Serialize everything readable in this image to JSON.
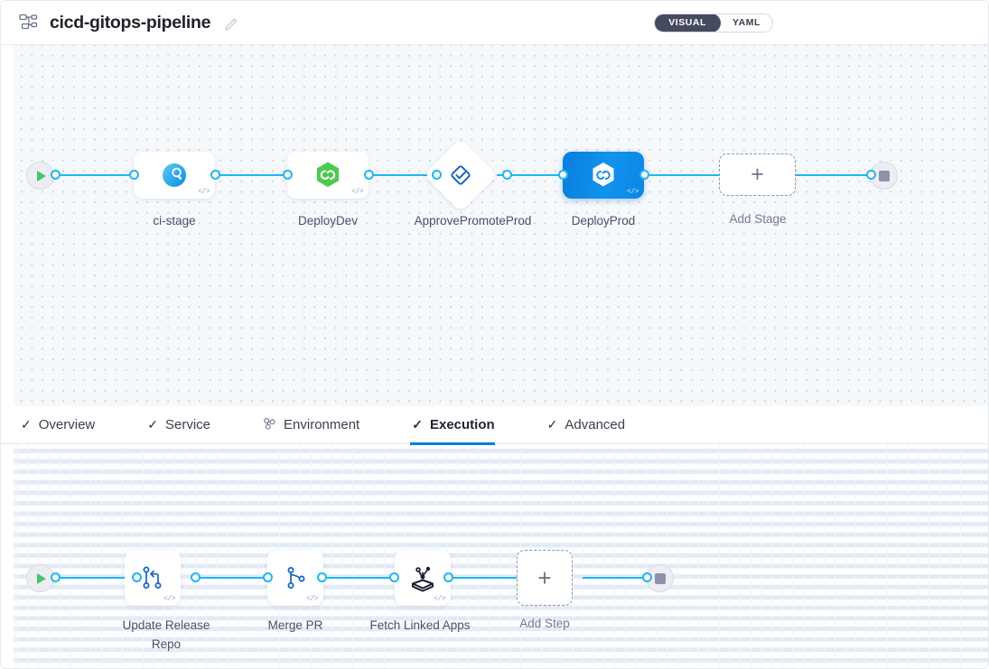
{
  "header": {
    "pipeline_icon": "pipeline-nodes-icon",
    "title": "cicd-gitops-pipeline",
    "edit_icon": "pencil-icon",
    "view_toggle": {
      "visual_label": "VISUAL",
      "yaml_label": "YAML",
      "selected": "VISUAL"
    }
  },
  "stage_canvas": {
    "start_node": {
      "name": "pipeline-start",
      "icon": "play-icon"
    },
    "end_node": {
      "name": "pipeline-end",
      "icon": "stop-icon"
    },
    "stages": [
      {
        "label": "ci-stage",
        "icon": "ci-build-icon",
        "type": "rect",
        "selected": false,
        "code_badge": "</>"
      },
      {
        "label": "DeployDev",
        "icon": "argocd-hexagon-green-icon",
        "type": "rect",
        "selected": false,
        "code_badge": "</>"
      },
      {
        "label": "ApprovePromoteProd",
        "icon": "approval-diamond-icon",
        "type": "diamond",
        "selected": false,
        "code_badge": ""
      },
      {
        "label": "DeployProd",
        "icon": "argocd-hexagon-white-icon",
        "type": "rect",
        "selected": true,
        "code_badge": "</>"
      }
    ],
    "add_stage": {
      "label": "Add Stage",
      "icon": "plus-icon"
    }
  },
  "tabs": [
    {
      "label": "Overview",
      "icon": "check-icon",
      "active": false
    },
    {
      "label": "Service",
      "icon": "check-icon",
      "active": false
    },
    {
      "label": "Environment",
      "icon": "cluster-nodes-icon",
      "active": false
    },
    {
      "label": "Execution",
      "icon": "check-icon",
      "active": true
    },
    {
      "label": "Advanced",
      "icon": "check-icon",
      "active": false
    }
  ],
  "step_canvas": {
    "start_node": {
      "name": "execution-start",
      "icon": "play-icon"
    },
    "end_node": {
      "name": "execution-end",
      "icon": "stop-icon"
    },
    "steps": [
      {
        "label": "Update Release Repo",
        "icon": "git-update-branch-icon",
        "code_badge": "</>"
      },
      {
        "label": "Merge PR",
        "icon": "git-merge-pr-icon",
        "code_badge": "</>"
      },
      {
        "label": "Fetch Linked Apps",
        "icon": "harness-fetch-apps-icon",
        "code_badge": "</>"
      }
    ],
    "add_step": {
      "label": "Add Step",
      "icon": "plus-icon"
    }
  },
  "colors": {
    "accent_blue": "#0b7ddb",
    "edge_blue": "#20b6f2",
    "toggle_dark": "#454a60",
    "start_green": "#4bc36a",
    "deploy_dev_green": "#4ec94e"
  }
}
